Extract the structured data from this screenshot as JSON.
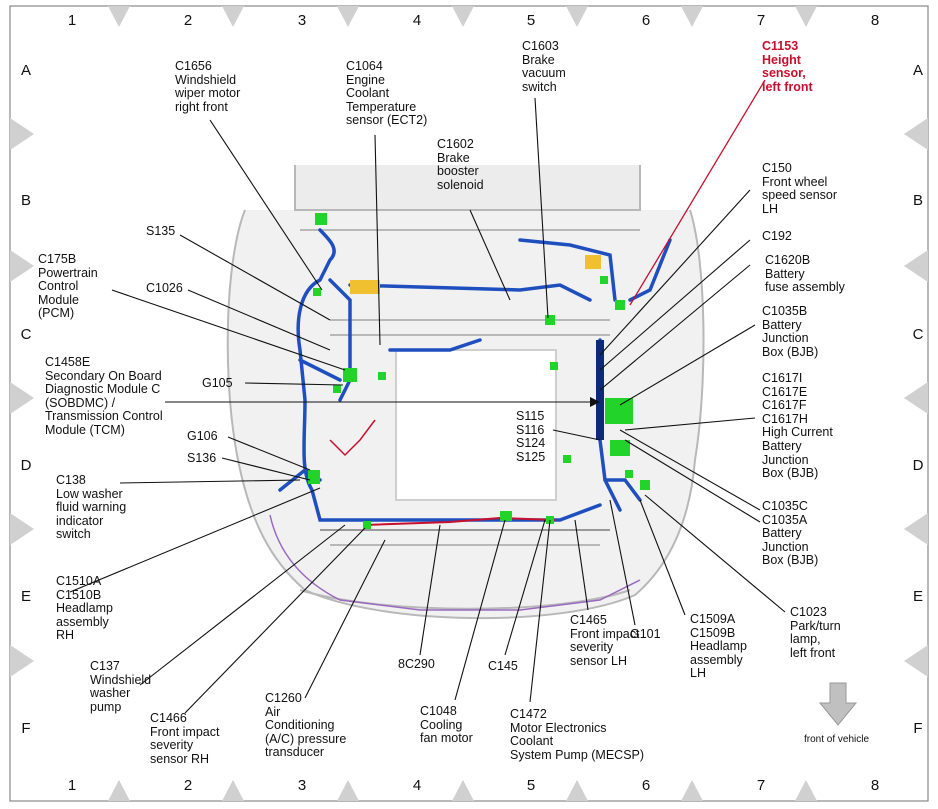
{
  "grid": {
    "columns": [
      "1",
      "2",
      "3",
      "4",
      "5",
      "6",
      "7",
      "8"
    ],
    "rows": [
      "A",
      "B",
      "C",
      "D",
      "E",
      "F"
    ]
  },
  "labels": {
    "c1656": "C1656\nWindshield\nwiper motor\nright front",
    "c1064": "C1064\nEngine\nCoolant\nTemperature\nsensor (ECT2)",
    "c1603": "C1603\nBrake\nvacuum\nswitch",
    "c1153": "C1153\nHeight\nsensor,\nleft front",
    "c1602": "C1602\nBrake\nbooster\nsolenoid",
    "c150": "C150\nFront wheel\nspeed sensor\nLH",
    "s135": "S135",
    "c192": "C192",
    "c175b": "C175B\nPowertrain\nControl\nModule\n(PCM)",
    "c1620b": "C1620B\nBattery\nfuse assembly",
    "c1026": "C1026",
    "c1035b": "C1035B\nBattery\nJunction\nBox (BJB)",
    "c1458e": "C1458E\nSecondary On Board\nDiagnostic Module C\n(SOBDMC) /\nTransmission Control\nModule (TCM)",
    "g105": "G105",
    "c1617": "C1617I\nC1617E\nC1617F\nC1617H\nHigh Current\nBattery\nJunction\nBox (BJB)",
    "s115": "S115\nS116\nS124\nS125",
    "g106": "G106",
    "s136": "S136",
    "c138": "C138\nLow washer\nfluid warning\nindicator\nswitch",
    "c1035c": "C1035C\nC1035A\nBattery\nJunction\nBox (BJB)",
    "c1510": "C1510A\nC1510B\nHeadlamp\nassembly\nRH",
    "c1023": "C1023\nPark/turn\nlamp,\nleft front",
    "g101": "G101",
    "c1465": "C1465\nFront impact\nseverity\nsensor LH",
    "c1509": "C1509A\nC1509B\nHeadlamp\nassembly\nLH",
    "c137": "C137\nWindshield\nwasher\npump",
    "c8c290": "8C290",
    "c145": "C145",
    "c1260": "C1260\nAir\nConditioning\n(A/C) pressure\ntransducer",
    "c1466": "C1466\nFront impact\nseverity\nsensor RH",
    "c1048": "C1048\nCooling\nfan motor",
    "c1472": "C1472\nMotor Electronics\nCoolant\nSystem Pump (MECSP)",
    "front": "front of vehicle"
  },
  "colors": {
    "leader": "#111111",
    "highlight": "#c8102e",
    "harness": "#1f4fbf",
    "connector": "#22d32a",
    "border_triangle": "#d0d0d0"
  },
  "icons": {
    "front_arrow": "down-arrow-icon"
  }
}
